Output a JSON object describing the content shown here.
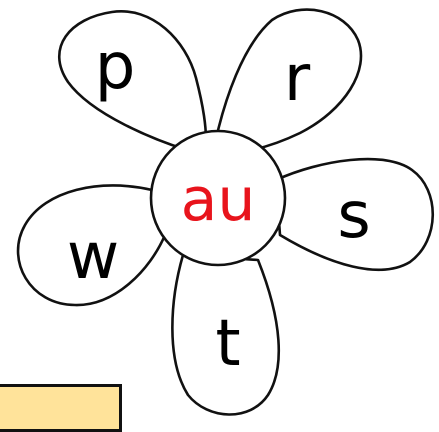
{
  "flower": {
    "center_text": "au",
    "petal_letters": {
      "top_left": "p",
      "top_right": "r",
      "right": "s",
      "bottom": "t",
      "left": "w"
    }
  },
  "colors": {
    "center_text": "#e8141c",
    "answer_box_fill": "#ffe39a",
    "outline": "#111111"
  },
  "answer_box": {
    "text": ""
  }
}
